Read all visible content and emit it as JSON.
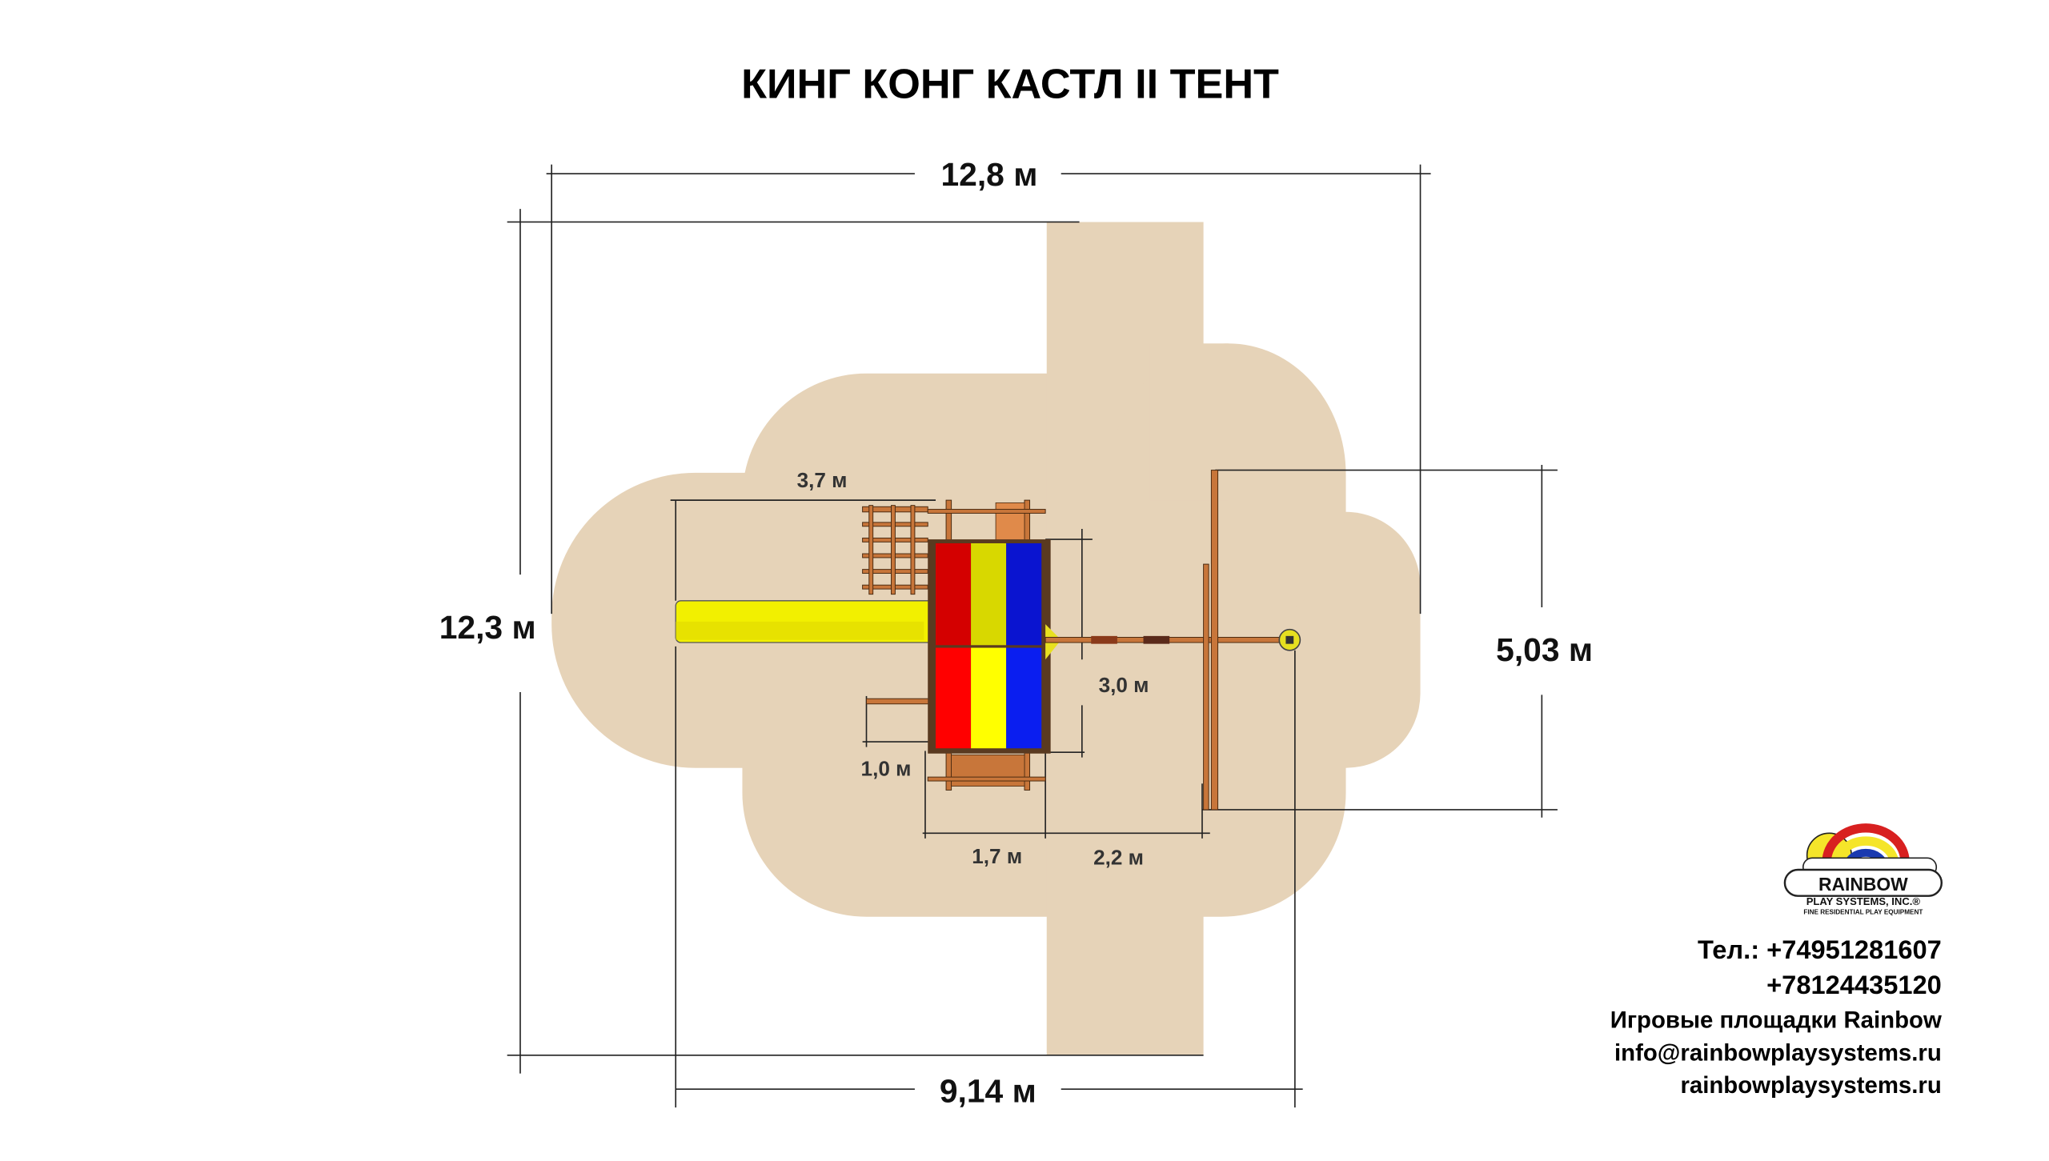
{
  "title": "КИНГ КОНГ КАСТЛ II ТЕНТ",
  "dimensions": {
    "overall_width": "12,8 м",
    "overall_height": "12,3 м",
    "swing_zone_width": "9,14 м",
    "swing_length": "5,03 м",
    "slide_length": "3,7 м",
    "deck_depth": "3,0 м",
    "bar_length": "1,0 м",
    "deck_width": "1,7 м",
    "beam_offset": "2,2 м"
  },
  "logo": {
    "brand": "RAINBOW",
    "line1": "PLAY SYSTEMS, INC.®",
    "line2": "FINE RESIDENTIAL PLAY EQUIPMENT"
  },
  "contacts": {
    "phone1": "Тел.: +74951281607",
    "phone2": "+78124435120",
    "company": "Игровые площадки Rainbow",
    "email": "info@rainbowplaysystems.ru",
    "website": "rainbowplaysystems.ru"
  },
  "colors": {
    "zone": "#e6d3b8",
    "red": "#e00000",
    "yellow": "#f0f000",
    "blue": "#0a1ee0",
    "wood": "#c8763a"
  }
}
